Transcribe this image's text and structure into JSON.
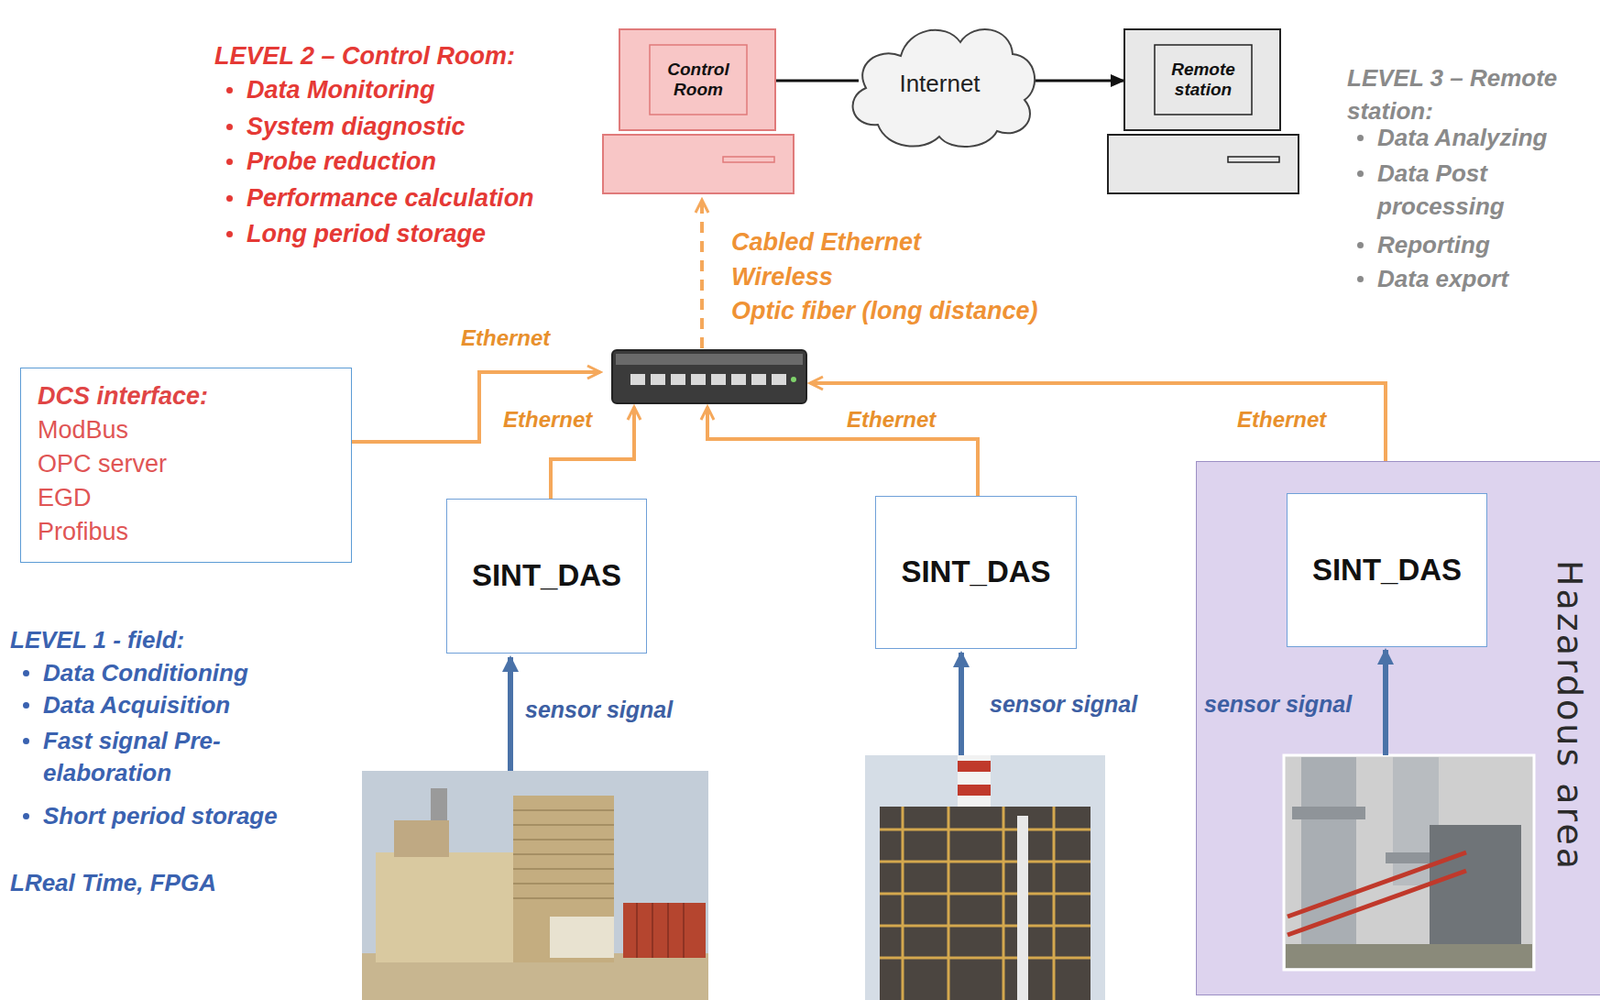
{
  "diagram": {
    "nodes": [
      {
        "text": [
          "Control Room"
        ]
      },
      {
        "text": [
          "Internet"
        ]
      },
      {
        "text": [
          "Remote station"
        ]
      },
      {
        "text": [
          "DCS interface:",
          "ModBus",
          "OPC server",
          "EGD",
          "Profibus"
        ]
      },
      {
        "text": [
          "SINT_DAS"
        ]
      },
      {
        "text": [
          "SINT_DAS"
        ]
      },
      {
        "text": [
          "Hazardous area"
        ]
      },
      {
        "text": [
          "SINT_DAS"
        ],
        "in": 6
      }
    ],
    "edges": [
      {
        "from": 0,
        "to": 1,
        "arrow": "none"
      },
      {
        "from": 1,
        "to": 2,
        "arrow": "to"
      }
    ],
    "labels": [
      "LEVEL 2 – Control Room:",
      "Data Monitoring",
      "System diagnostic",
      "Probe reduction",
      "Performance calculation",
      "Long period storage",
      "LEVEL 3 – Remote station:",
      "Data Analyzing",
      "Data Post processing",
      "Reporting",
      "Data export",
      "Cabled Ethernet",
      "Wireless",
      "Optic fiber (long distance)",
      "Ethernet",
      "Ethernet",
      "Ethernet",
      "Ethernet",
      "LEVEL 1 - field:",
      "Data Conditioning",
      "Data Acquisition",
      "Fast signal Pre-elaboration",
      "Short period storage",
      "LReal Time, FPGA",
      "sensor signal",
      "sensor signal",
      "sensor signal"
    ]
  }
}
